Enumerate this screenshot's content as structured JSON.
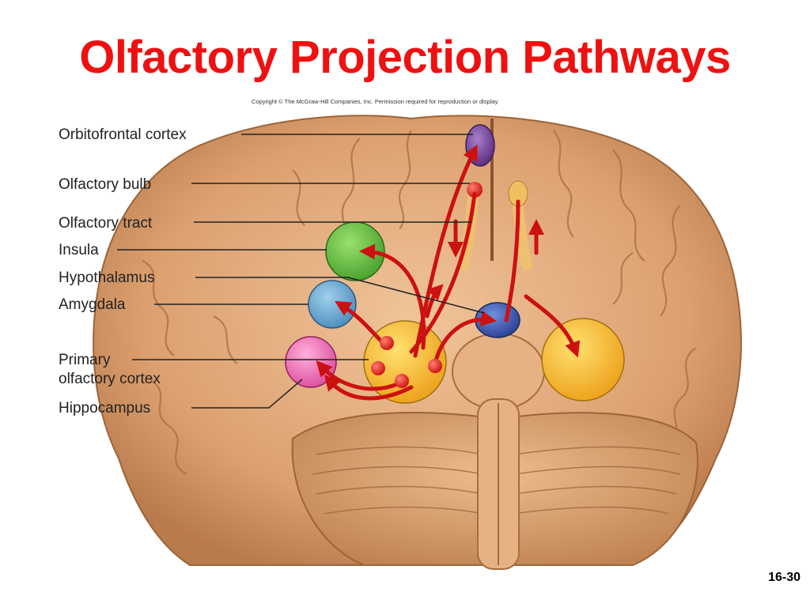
{
  "slide": {
    "title": "Olfactory Projection Pathways",
    "copyright": "Copyright © The McGraw-Hill Companies, Inc. Permission required for reproduction or display.",
    "page_number": "16-30"
  },
  "labels": {
    "orbitofrontal_cortex": "Orbitofrontal cortex",
    "olfactory_bulb": "Olfactory bulb",
    "olfactory_tract": "Olfactory tract",
    "insula": "Insula",
    "hypothalamus": "Hypothalamus",
    "amygdala": "Amygdala",
    "primary_olfactory_cortex_line1": "Primary",
    "primary_olfactory_cortex_line2": "olfactory cortex",
    "hippocampus": "Hippocampus"
  },
  "colors": {
    "title": "#ee1111",
    "pathway": "#cc1111",
    "brain": "#dda070",
    "orbitofrontal": "#6a3a8e",
    "insula": "#5fb83a",
    "amygdala": "#5a9ec8",
    "hypothalamus": "#3a54a8",
    "primary_cortex": "#f0b020",
    "hippocampus": "#e860a8"
  }
}
